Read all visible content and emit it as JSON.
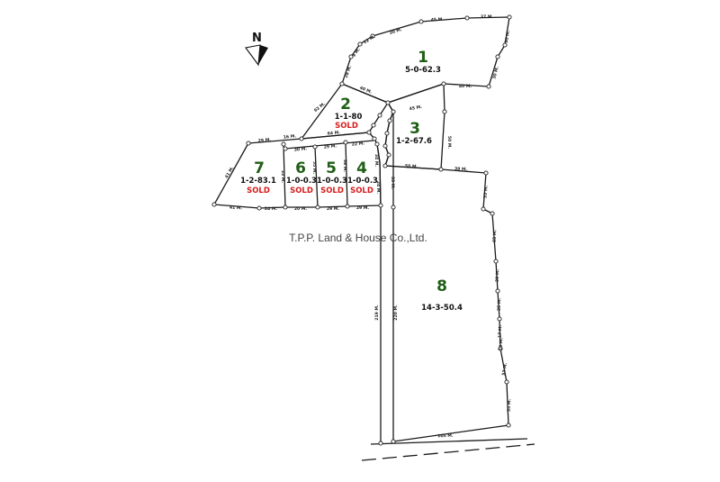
{
  "compass": {
    "letter": "N"
  },
  "company": "T.P.P. Land & House Co.,Ltd.",
  "sold_label": "SOLD",
  "plots": [
    {
      "number": "1",
      "area": "5-0-62.3",
      "sold": false
    },
    {
      "number": "2",
      "area": "1-1-80",
      "sold": true
    },
    {
      "number": "3",
      "area": "1-2-67.6",
      "sold": false
    },
    {
      "number": "4",
      "area": "1-0-0.3",
      "sold": true
    },
    {
      "number": "5",
      "area": "1-0-0.3",
      "sold": true
    },
    {
      "number": "6",
      "area": "1-0-0.3",
      "sold": true
    },
    {
      "number": "7",
      "area": "1-2-83.1",
      "sold": true
    },
    {
      "number": "8",
      "area": "14-3-50.4",
      "sold": false
    }
  ],
  "measurements": [
    "45 M.",
    "37 M.",
    "30 M.",
    "12 M.",
    "9 M.",
    "28 M.",
    "30 M.",
    "30 M.",
    "40 M.",
    "40 M.",
    "62 M.",
    "45 M.",
    "50 M.",
    "29 M.",
    "16 M.",
    "64 M.",
    "30 M.",
    "29 M.",
    "22 M.",
    "50 M.",
    "39 M.",
    "41 M.",
    "33 M.",
    "55 M.",
    "36 M.",
    "34 M.",
    "24 M.",
    "41 M.",
    "24 M.",
    "20 M.",
    "29 M.",
    "29 M.",
    "33 M.",
    "33 M.",
    "65 M.",
    "30 M.",
    "25 M.",
    "17 M.",
    "10 M.",
    "53 M.",
    "35 M.",
    "219 M.",
    "220 M.",
    "105 M."
  ]
}
